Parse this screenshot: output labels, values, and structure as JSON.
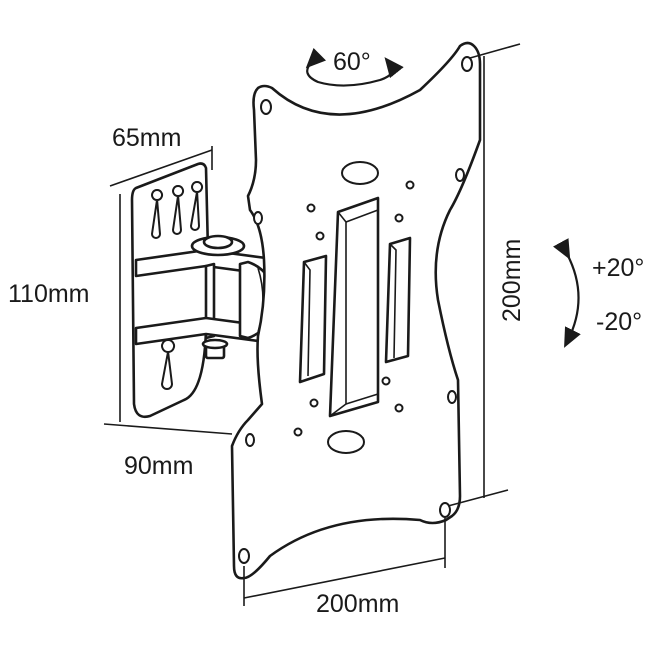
{
  "labels": {
    "swivel": "60°",
    "tilt_up": "+20°",
    "tilt_down": "-20°",
    "plate_height": "200mm",
    "plate_width": "200mm",
    "bracket_depth": "65mm",
    "bracket_height": "110mm",
    "arm_extension": "90mm"
  },
  "colors": {
    "line": "#1a1a1a",
    "background": "#ffffff"
  }
}
